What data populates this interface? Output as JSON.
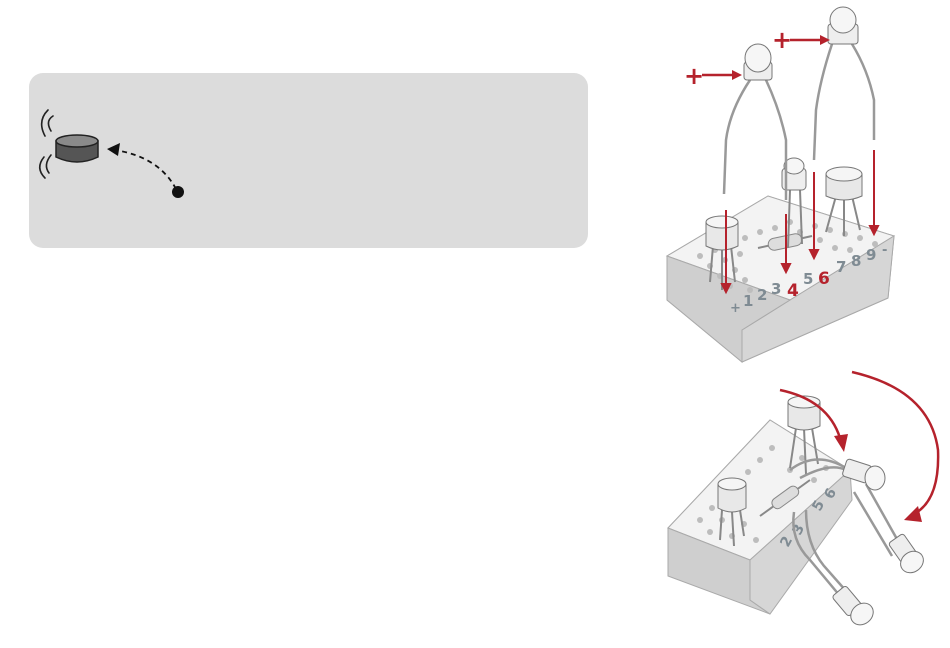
{
  "note_panel": {
    "icon": "vibrating-buzzer-icon",
    "pointer": "dashed-curved-arrow"
  },
  "top_board": {
    "plus_label_1": "+",
    "plus_label_2": "+",
    "strip_labels": [
      "+",
      "1",
      "2",
      "3",
      "4",
      "5",
      "6",
      "7",
      "8",
      "9",
      "-"
    ],
    "highlighted": [
      "4",
      "6"
    ]
  },
  "bottom_board": {
    "strip_labels": [
      "2",
      "3",
      "5",
      "6"
    ]
  },
  "colors": {
    "panel": "#dcdcdc",
    "arrow_red": "#b5222c",
    "board": "#eeeeee",
    "board_shadow": "#c9c9c9",
    "label_gray": "#7f8b93"
  }
}
